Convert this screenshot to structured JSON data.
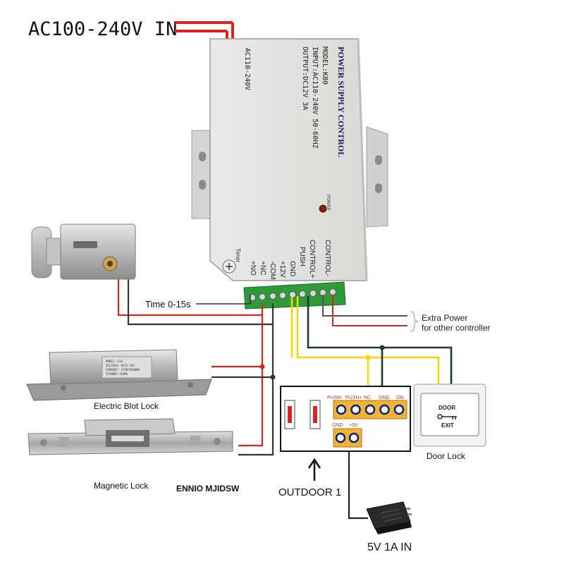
{
  "power_input_label": "AC100-240V IN",
  "psu": {
    "title": "POWER SUPPLY CONTROL",
    "model": "MODEL:K80",
    "input": "INPUT:AC110-240V  50-60HZ",
    "output": "OUTPUT:DC12V  3A",
    "ac_label": "AC110-240V",
    "power_led_label": "POWER",
    "timer_label": "Timer",
    "terminals": [
      "+NO",
      "+NC",
      "-COM",
      "+12V",
      "GND",
      "PUSH",
      "CONTROL+",
      "CONTROL-"
    ]
  },
  "time_label": "Time 0-15s",
  "extra_power": {
    "line1": "Extra Power",
    "line2": "for other controller"
  },
  "devices": {
    "electric_blot_lock": "Electric Blot Lock",
    "magnetic_lock": "Magnetic Lock",
    "door_lock": "Door Lock",
    "ennio": "ENNIO MJIDSW"
  },
  "blot_plate_lines": [
    "MODEL:       E16",
    "VOLTAGE:     DC12-24V",
    "CURRENT:     STARTS600MA",
    "                  STANDBY:350MA"
  ],
  "door_switch": {
    "line1": "DOOR",
    "line2": "EXIT"
  },
  "outdoor": {
    "label": "OUTDOOR 1",
    "top_terms": [
      "PUSH-",
      "PUSH+",
      "NC",
      "GND",
      "ON"
    ],
    "bottom_terms": [
      "GND",
      "+5V"
    ]
  },
  "adapter_label": "5V 1A IN",
  "colors": {
    "wire_red": "#d9251c",
    "wire_dark": "#333333",
    "wire_yellow": "#f5d800",
    "wire_green": "#1f3a25",
    "terminal_green": "#2e9a3a",
    "panel_dot": "#0a1e8a",
    "accent_orange": "#e6a020"
  }
}
